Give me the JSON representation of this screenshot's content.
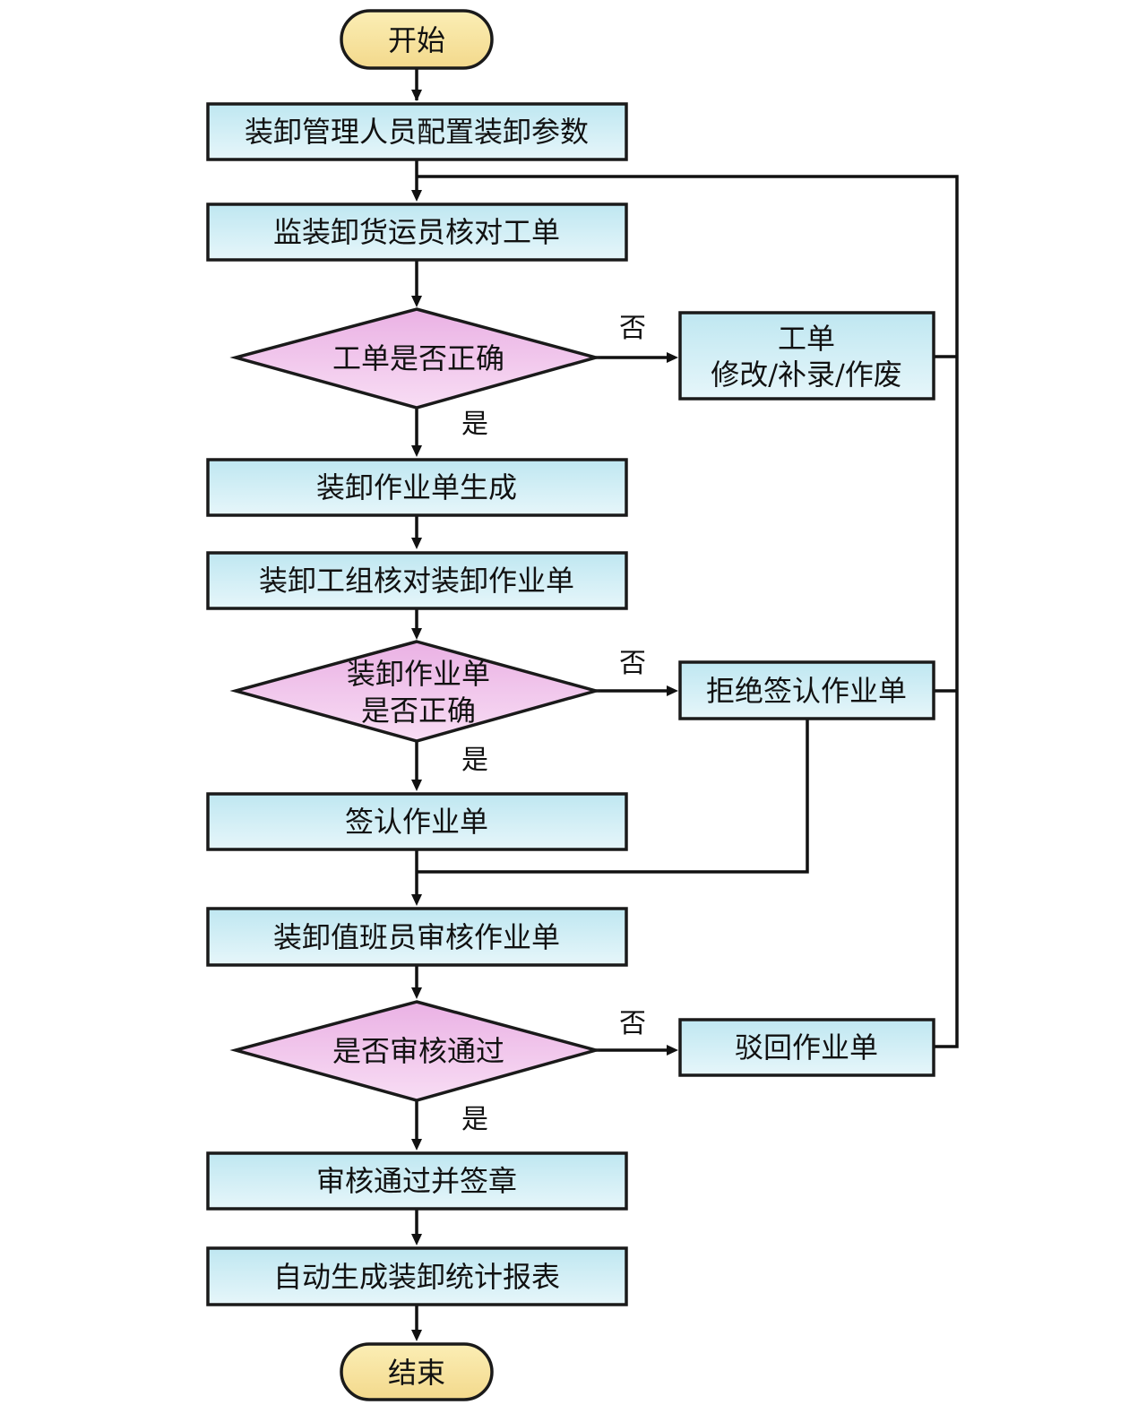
{
  "diagram": {
    "type": "flowchart",
    "colors": {
      "terminal_fill_top": "#fbeeb5",
      "terminal_fill_bottom": "#f3d98c",
      "process_fill_top": "#bfe7f1",
      "process_fill_bottom": "#e6f6fa",
      "decision_fill_top": "#eab1e4",
      "decision_fill_bottom": "#f8ddf4",
      "stroke": "#111111"
    },
    "start": "开始",
    "end": "结束",
    "steps": {
      "configure": "装卸管理人员配置装卸参数",
      "verify_ticket": "监装卸货运员核对工单",
      "decision_ticket": "工单是否正确",
      "fix_ticket_line1": "工单",
      "fix_ticket_line2": "修改/补录/作废",
      "generate_order": "装卸作业单生成",
      "crew_verify": "装卸工组核对装卸作业单",
      "decision_order_line1": "装卸作业单",
      "decision_order_line2": "是否正确",
      "reject_sign": "拒绝签认作业单",
      "sign_order": "签认作业单",
      "duty_review": "装卸值班员审核作业单",
      "decision_review": "是否审核通过",
      "return_order": "驳回作业单",
      "approve_stamp": "审核通过并签章",
      "auto_report": "自动生成装卸统计报表"
    },
    "labels": {
      "yes": "是",
      "no": "否"
    }
  }
}
